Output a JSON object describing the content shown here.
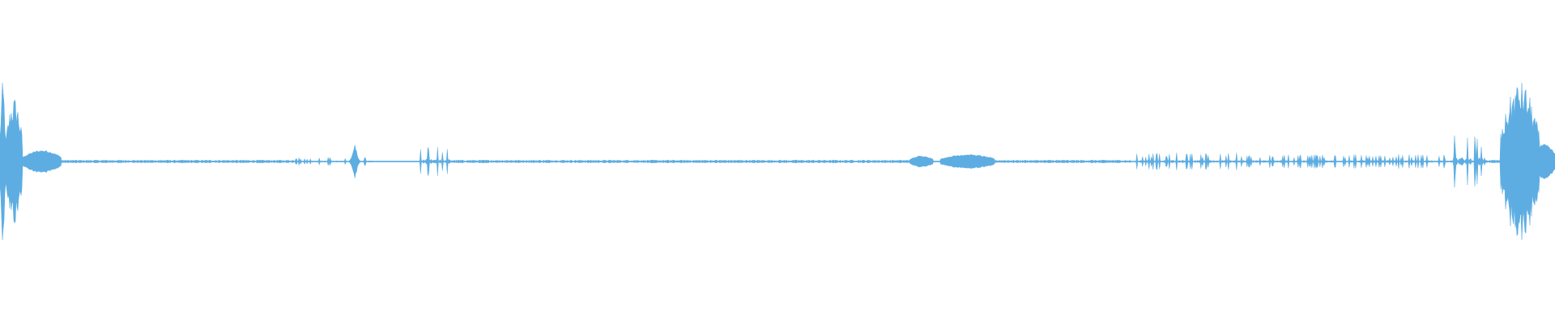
{
  "waveform": {
    "color": "#5DADE2",
    "duration_samples": 1920,
    "segments": [
      {
        "start": 0.0,
        "end": 0.004,
        "amp": 0.55,
        "kind": "burst"
      },
      {
        "start": 0.004,
        "end": 0.015,
        "amp": 0.45,
        "kind": "burst"
      },
      {
        "start": 0.015,
        "end": 0.04,
        "amp": 0.08,
        "kind": "blob"
      },
      {
        "start": 0.04,
        "end": 0.19,
        "amp": 0.01,
        "kind": "noise"
      },
      {
        "start": 0.19,
        "end": 0.24,
        "amp": 0.03,
        "kind": "spiky"
      },
      {
        "start": 0.225,
        "end": 0.235,
        "amp": 0.12,
        "kind": "spike"
      },
      {
        "start": 0.27,
        "end": 0.29,
        "amp": 0.1,
        "kind": "spiky"
      },
      {
        "start": 0.29,
        "end": 0.585,
        "amp": 0.01,
        "kind": "noise"
      },
      {
        "start": 0.585,
        "end": 0.6,
        "amp": 0.04,
        "kind": "blob"
      },
      {
        "start": 0.605,
        "end": 0.64,
        "amp": 0.05,
        "kind": "blob"
      },
      {
        "start": 0.64,
        "end": 0.725,
        "amp": 0.01,
        "kind": "noise"
      },
      {
        "start": 0.725,
        "end": 0.8,
        "amp": 0.06,
        "kind": "spiky"
      },
      {
        "start": 0.8,
        "end": 0.935,
        "amp": 0.05,
        "kind": "spiky"
      },
      {
        "start": 0.935,
        "end": 0.955,
        "amp": 0.18,
        "kind": "spiky"
      },
      {
        "start": 0.955,
        "end": 0.965,
        "amp": 0.01,
        "kind": "noise"
      },
      {
        "start": 0.965,
        "end": 0.99,
        "amp": 0.55,
        "kind": "burst"
      },
      {
        "start": 0.985,
        "end": 1.0,
        "amp": 0.12,
        "kind": "blob"
      }
    ]
  }
}
